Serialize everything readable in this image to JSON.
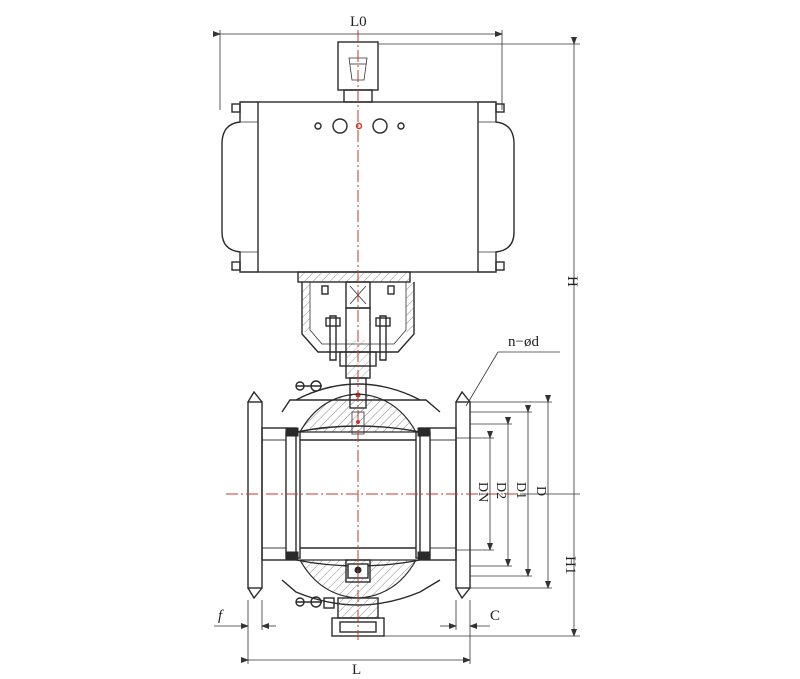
{
  "drawing": {
    "accent_color": "#c0392b",
    "line_color": "#2a2a2a",
    "labels": {
      "L0": "L0",
      "H": "H",
      "H1": "H1",
      "L": "L",
      "f": "f",
      "C": "C",
      "n_d": "n−ød",
      "DN": "DN",
      "D2": "D2",
      "D1": "D1",
      "D": "D"
    }
  }
}
